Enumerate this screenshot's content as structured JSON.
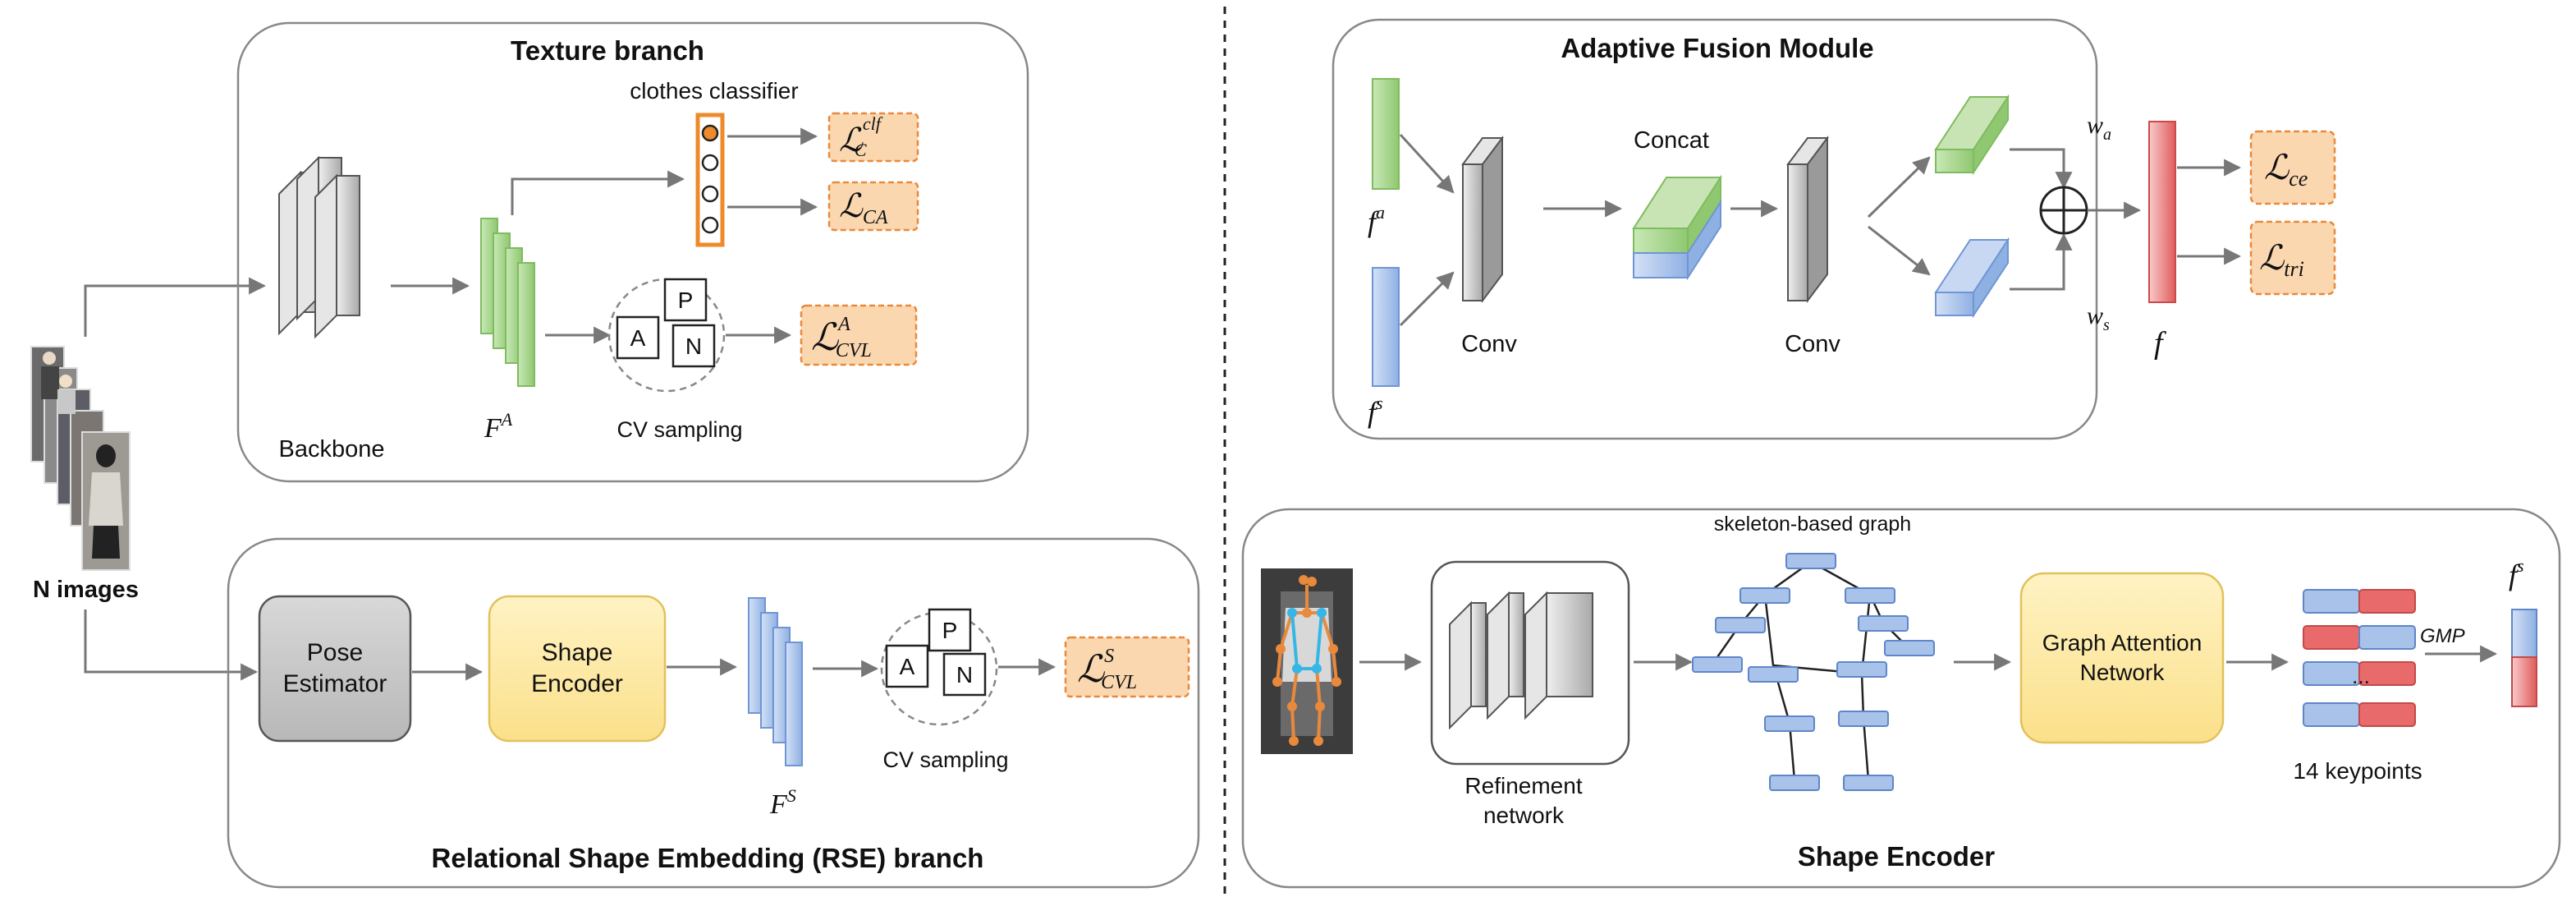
{
  "left_input": {
    "label": "N images"
  },
  "texture_branch": {
    "title": "Texture branch",
    "backbone_label": "Backbone",
    "feature_label": {
      "base": "F",
      "sup": "A"
    },
    "classifier_label": "clothes classifier",
    "cv_sampling_label": "CV sampling",
    "sampling_letters": [
      "P",
      "A",
      "N"
    ],
    "losses": [
      {
        "base": "ℒ",
        "sub": "C",
        "sup": "clf"
      },
      {
        "base": "ℒ",
        "sub": "CA",
        "sup": ""
      },
      {
        "base": "ℒ",
        "sub": "CVL",
        "sup": "A"
      }
    ]
  },
  "rse_branch": {
    "title": "Relational Shape Embedding (RSE) branch",
    "pose_estimator_label": [
      "Pose",
      "Estimator"
    ],
    "shape_encoder_label": [
      "Shape",
      "Encoder"
    ],
    "feature_label": {
      "base": "F",
      "sup": "S"
    },
    "cv_sampling_label": "CV sampling",
    "sampling_letters": [
      "P",
      "A",
      "N"
    ],
    "loss": {
      "base": "ℒ",
      "sub": "CVL",
      "sup": "S"
    }
  },
  "fusion_module": {
    "title": "Adaptive Fusion Module",
    "fa_label": {
      "base": "f",
      "sup": "a"
    },
    "fs_label": {
      "base": "f",
      "sup": "s"
    },
    "conv1_label": "Conv",
    "concat_label": "Concat",
    "conv2_label": "Conv",
    "wa_label": {
      "base": "w",
      "sub": "a"
    },
    "ws_label": {
      "base": "w",
      "sub": "s"
    },
    "sum_symbol": "⊕",
    "f_label": "f",
    "losses": [
      {
        "base": "ℒ",
        "sub": "ce"
      },
      {
        "base": "ℒ",
        "sub": "tri"
      }
    ]
  },
  "shape_encoder": {
    "title": "Shape Encoder",
    "refinement_label": [
      "Refinement",
      "network"
    ],
    "graph_label": "skeleton-based graph",
    "gat_label": [
      "Graph Attention",
      "Network"
    ],
    "keypoints_label": "14 keypoints",
    "ellipsis": "...",
    "gmp_label": "GMP",
    "fs_label": {
      "base": "f",
      "sup": "s"
    }
  },
  "colors": {
    "green": "#a6d58c",
    "blue": "#a9c2ea",
    "red": "#e86a6a",
    "orange_fill": "#fbd7b0",
    "orange_border": "#e8893c",
    "yellow": "#fde9a1",
    "grey": "#c8c8c8"
  }
}
